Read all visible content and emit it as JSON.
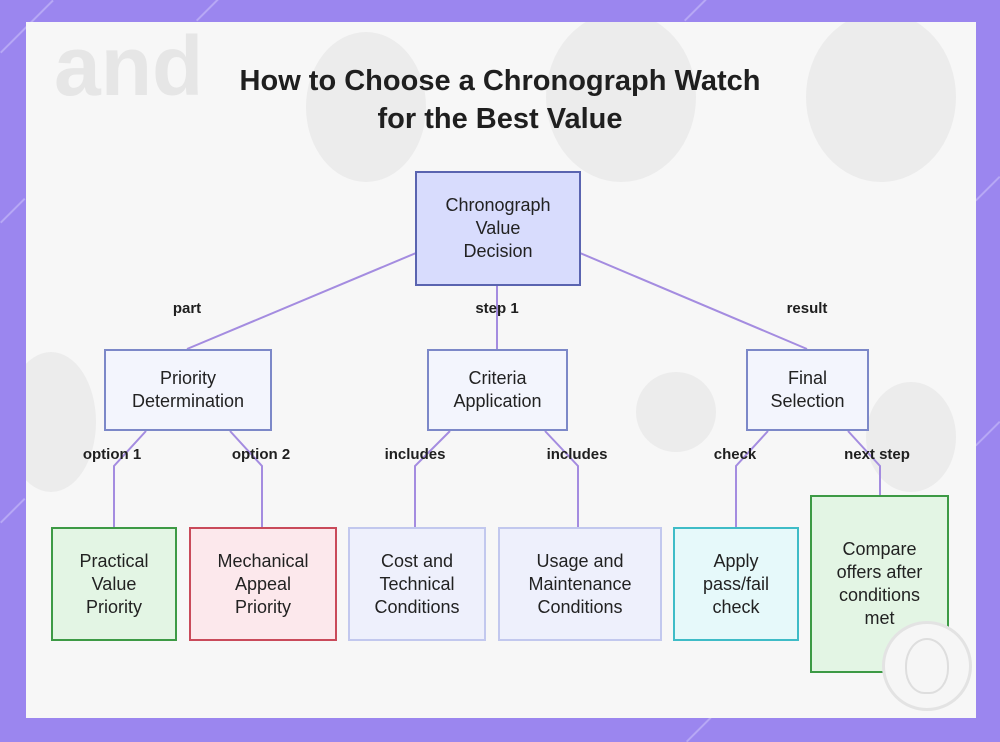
{
  "title": {
    "line1": "How to Choose a Chronograph Watch",
    "line2": "for the Best Value"
  },
  "nodes": {
    "root": "Chronograph Value Decision",
    "priority": "Priority Determination",
    "criteria": "Criteria Application",
    "final": "Final Selection",
    "practical": "Practical Value Priority",
    "mechanical": "Mechanical Appeal Priority",
    "cost": "Cost and Technical Conditions",
    "usage": "Usage and Maintenance Conditions",
    "apply": "Apply pass/fail check",
    "compare": "Compare offers after conditions met"
  },
  "edge_labels": {
    "part": "part",
    "step1": "step 1",
    "result": "result",
    "option1": "option 1",
    "option2": "option 2",
    "includes_cost": "includes",
    "includes_usage": "includes",
    "check": "check",
    "next_step": "next step"
  },
  "colors": {
    "border": "#9b86ef",
    "connector": "#a48ce0",
    "root_fill": "#d8dcfd",
    "green": "#3d9a45",
    "red": "#c94a5a",
    "cyan": "#3fbcc7"
  },
  "background": {
    "faded_word": "and"
  }
}
